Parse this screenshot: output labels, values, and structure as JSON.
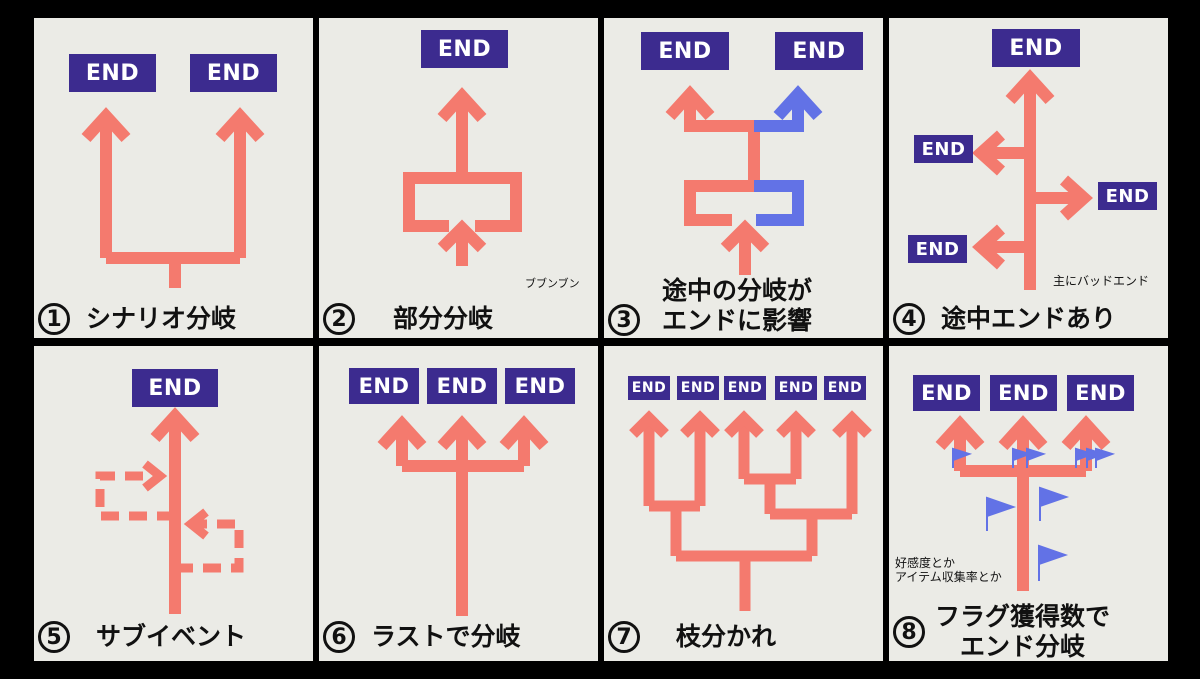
{
  "colors": {
    "background": "#000000",
    "panel": "#ebebe6",
    "arrow": "#f47a6e",
    "alt_arrow": "#6272e6",
    "end_box": "#3c2b8f",
    "end_text": "#ffffff"
  },
  "end_label": "END",
  "panels": [
    {
      "number": "1",
      "title": "シナリオ分岐"
    },
    {
      "number": "2",
      "title": "部分分岐",
      "note": "ブブンブン"
    },
    {
      "number": "3",
      "title_line1": "途中の分岐が",
      "title_line2": "エンドに影響"
    },
    {
      "number": "4",
      "title": "途中エンドあり",
      "note": "主にバッドエンド"
    },
    {
      "number": "5",
      "title": "サブイベント"
    },
    {
      "number": "6",
      "title": "ラストで分岐"
    },
    {
      "number": "7",
      "title": "枝分かれ"
    },
    {
      "number": "8",
      "title_line1": "フラグ獲得数で",
      "title_line2": "エンド分岐",
      "note_line1": "好感度とか",
      "note_line2": "アイテム収集率とか"
    }
  ]
}
